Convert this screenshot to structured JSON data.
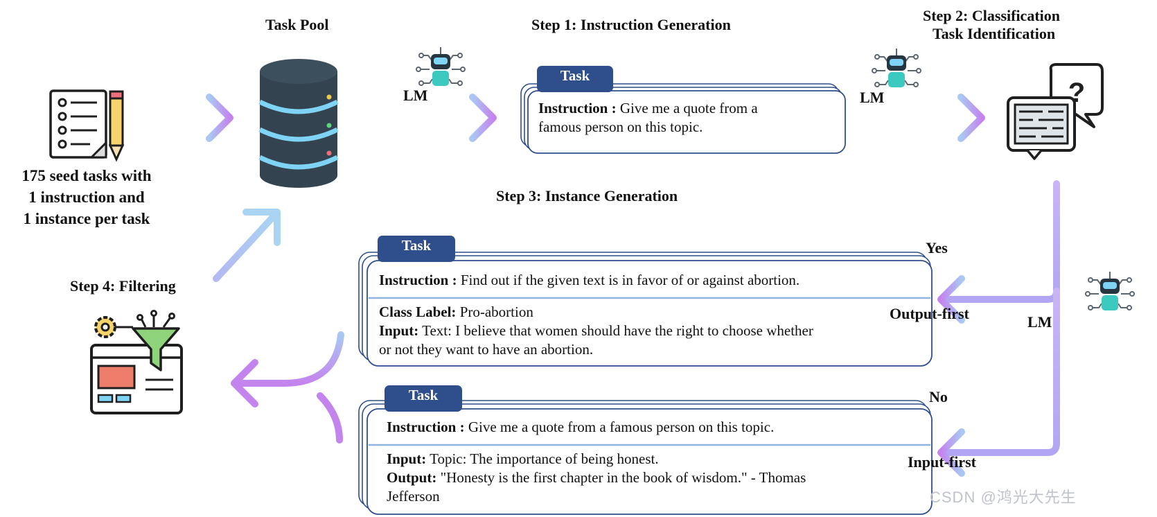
{
  "labels": {
    "task_pool": "Task Pool",
    "step1": "Step 1: Instruction Generation",
    "step2_line1": "Step 2: Classification",
    "step2_line2": "Task Identification",
    "step3": "Step 3: Instance Generation",
    "step4": "Step 4: Filtering",
    "lm": "LM",
    "yes": "Yes",
    "no": "No",
    "output_first": "Output-first",
    "input_first": "Input-first"
  },
  "seed": {
    "line1": "175 seed tasks with",
    "line2": "1 instruction and",
    "line3": "1 instance per task"
  },
  "task_tab": "Task",
  "card1": {
    "instruction_key": "Instruction :",
    "instruction_line1": "Give me a quote from a",
    "instruction_line2": "famous person on this topic."
  },
  "card2": {
    "instruction_key": "Instruction :",
    "instruction": "Find out if the given text is in favor of or against abortion.",
    "class_label_key": "Class Label:",
    "class_label": "Pro-abortion",
    "input_key": "Input:",
    "input_line1": "Text: I believe that women should have the right to choose whether",
    "input_line2": "or not they want to have an abortion."
  },
  "card3": {
    "instruction_key": "Instruction :",
    "instruction": "Give me a quote from a famous person on this topic.",
    "input_key": "Input:",
    "input": "Topic: The importance of being honest.",
    "output_key": "Output:",
    "output_line1": "\"Honesty is the first chapter in the book of wisdom.\" - Thomas",
    "output_line2": "Jefferson"
  },
  "watermark": "CSDN @鸿光大先生",
  "icons": {
    "seed": "checklist-pencil-icon",
    "pool": "database-icon",
    "lm": "robot-icon",
    "classify": "question-monitor-icon",
    "filter": "funnel-gear-icon"
  },
  "colors": {
    "tab": "#2e4f8c",
    "card_border": "#2e4f8c",
    "arrow_start": "#a9c8f2",
    "arrow_end": "#c484ee",
    "vline": "#b9a8f5",
    "db_body": "#33434f",
    "db_ring": "#7fd3f5",
    "robot": "#3cc9c0"
  }
}
